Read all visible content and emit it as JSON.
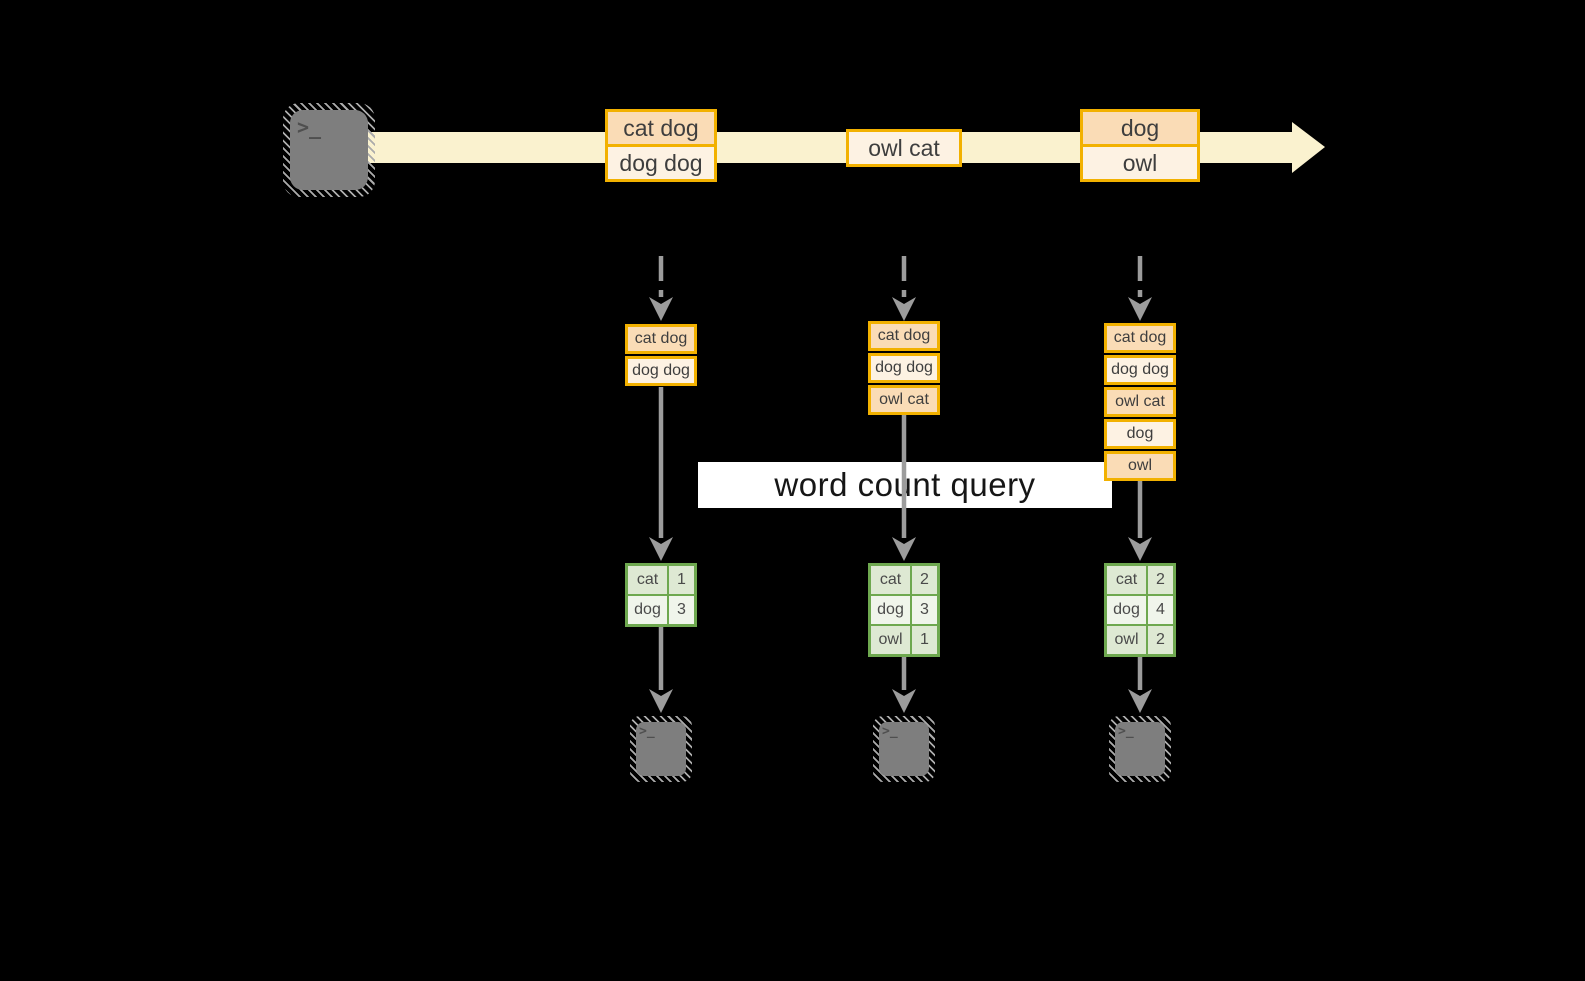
{
  "stream": {
    "messages": [
      {
        "rows": [
          "cat dog",
          "dog dog"
        ]
      },
      {
        "rows": [
          "owl cat"
        ]
      },
      {
        "rows": [
          "dog",
          "owl"
        ]
      }
    ]
  },
  "query_banner": {
    "label": "word count query"
  },
  "batches": [
    {
      "rows": [
        "cat dog",
        "dog dog"
      ]
    },
    {
      "rows": [
        "cat dog",
        "dog dog",
        "owl cat"
      ]
    },
    {
      "rows": [
        "cat dog",
        "dog dog",
        "owl cat",
        "dog",
        "owl"
      ]
    }
  ],
  "results": [
    {
      "rows": [
        {
          "word": "cat",
          "count": "1"
        },
        {
          "word": "dog",
          "count": "3"
        }
      ]
    },
    {
      "rows": [
        {
          "word": "cat",
          "count": "2"
        },
        {
          "word": "dog",
          "count": "3"
        },
        {
          "word": "owl",
          "count": "1"
        }
      ]
    },
    {
      "rows": [
        {
          "word": "cat",
          "count": "2"
        },
        {
          "word": "dog",
          "count": "4"
        },
        {
          "word": "owl",
          "count": "2"
        }
      ]
    }
  ],
  "icons": {
    "terminal_glyph": ">_"
  },
  "colors": {
    "gold_border": "#F2B100",
    "peach_fill": "#FADCB6",
    "cream_fill": "#FDF2E3",
    "stream_arrow": "#FAF2CF",
    "green_border": "#6EA84F",
    "green_row_dark": "#DEE9D3",
    "green_row_light": "#F0F5EB",
    "connector_gray": "#9C9C9C",
    "background": "#000000"
  }
}
